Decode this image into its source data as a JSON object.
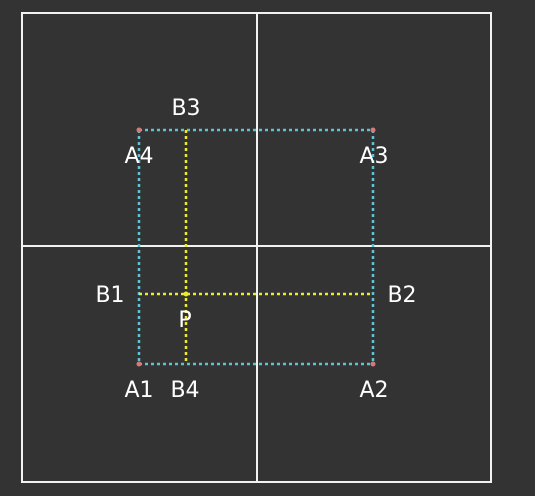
{
  "colors": {
    "background": "#333333",
    "grid": "#f2f2f2",
    "square": "#5fc3d3",
    "cross": "#ecec2a",
    "corner_point": "#d87878",
    "center_point": "#ecec2a",
    "label": "#ffffff"
  },
  "labels": {
    "a1": "A1",
    "a2": "A2",
    "a3": "A3",
    "a4": "A4",
    "b1": "B1",
    "b2": "B2",
    "b3": "B3",
    "b4": "B4",
    "p": "P"
  }
}
